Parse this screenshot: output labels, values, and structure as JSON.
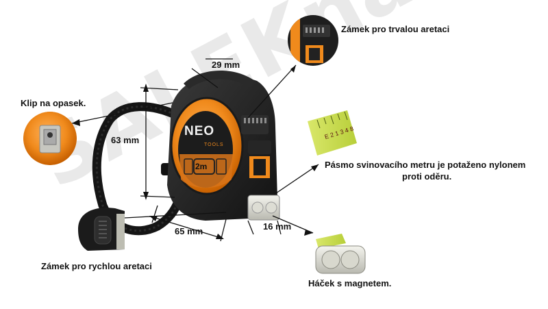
{
  "watermark": {
    "text": "SALEKnaradi.cz",
    "color": "#e9e9e9"
  },
  "brand": {
    "name": "NEO",
    "sub": "TOOLS",
    "length_badge": "2m",
    "accent": "#f08a1c"
  },
  "labels": {
    "belt_clip": "Klip na opasek.",
    "permanent_lock": "Zámek pro trvalou aretaci",
    "quick_lock": "Zámek pro rychlou aretaci",
    "tape_coating_line1": "Pásmo svinovacího metru je potaženo nylonem",
    "tape_coating_line2": "proti oděru.",
    "magnet_hook": "Háček s magnetem."
  },
  "dimensions": {
    "top_width": "29 mm",
    "height": "63 mm",
    "depth": "65 mm",
    "hook_width": "16 mm"
  }
}
